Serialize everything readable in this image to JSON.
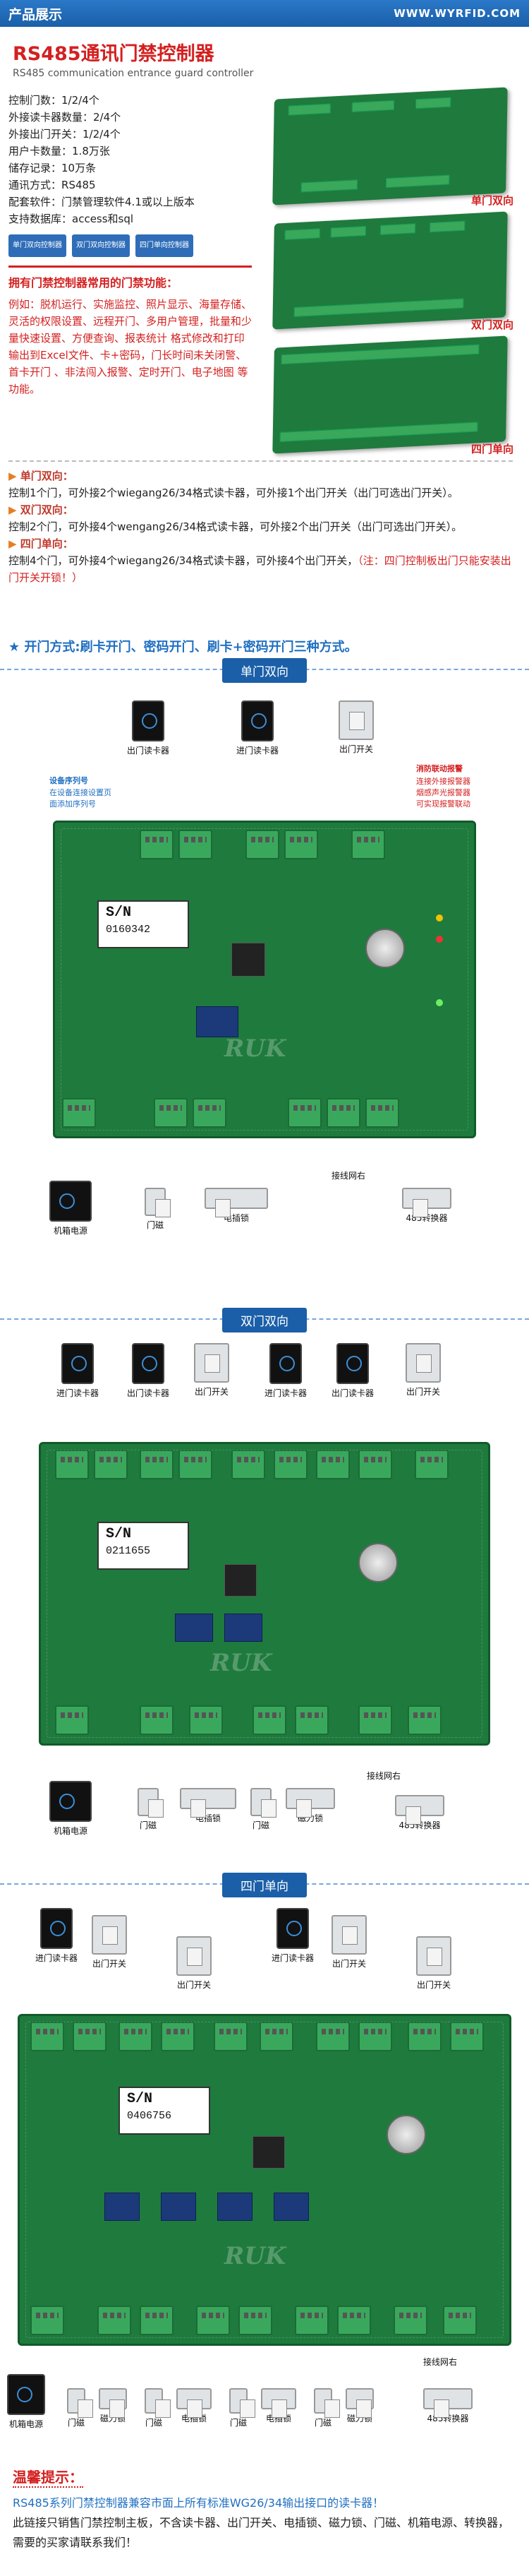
{
  "header": {
    "left_title": "产品展示",
    "right_site": "WWW.WYRFID.COM"
  },
  "product": {
    "title": "RS485通讯门禁控制器",
    "subtitle": "RS485 communication entrance guard controller",
    "specs": [
      {
        "k": "控制门数：",
        "v": "1/2/4个"
      },
      {
        "k": "外接读卡器数量：",
        "v": "2/4个"
      },
      {
        "k": "外接出门开关：",
        "v": "1/2/4个"
      },
      {
        "k": "用户卡数量：",
        "v": "1.8万张"
      },
      {
        "k": "储存记录：",
        "v": "10万条"
      },
      {
        "k": "通讯方式：",
        "v": "RS485"
      },
      {
        "k": "配套软件：",
        "v": "门禁管理软件4.1或以上版本"
      },
      {
        "k": "支持数据库：",
        "v": "access和sql"
      }
    ],
    "badges": [
      "单门双向控制器",
      "双门双向控制器",
      "四门单向控制器"
    ],
    "func_heading": "拥有门禁控制器常用的门禁功能：",
    "func_body": "例如：脱机运行、实施监控、照片显示、海量存储、灵活的权限设置、远程开门、多用户管理，批量和少量快速设置、方便查询、报表统计 格式修改和打印 输出到Excel文件、卡+密码，门长时间未关闭警、首卡开门 、非法闯入报警、定时开门、电子地图 等功能。"
  },
  "photos": [
    {
      "caption": "单门双向"
    },
    {
      "caption": "双门双向"
    },
    {
      "caption": "四门单向"
    }
  ],
  "modes": [
    {
      "title": "单门双向：",
      "body": "控制1个门，可外接2个wiegang26/34格式读卡器，可外接1个出门开关（出门可选出门开关）。"
    },
    {
      "title": "双门双向：",
      "body": "控制2个门，可外接4个wengang26/34格式读卡器，可外接2个出门开关（出门可选出门开关）。"
    },
    {
      "title": "四门单向：",
      "body": "控制4个门，可外接4个wiegang26/34格式读卡器，可外接4个出门开关，",
      "note": "（注：四门控制板出门只能安装出门开关开锁！）"
    }
  ],
  "tip": "★ 开门方式:刷卡开门、密码开门、刷卡+密码开门三种方式。",
  "sections": [
    {
      "label": "单门双向",
      "serial": "0160342",
      "readers": [
        "出门读卡器",
        "进门读卡器"
      ],
      "switch": "出门开关",
      "device_no": "设备序列号",
      "device_no_note": "在设备连接设置页面添加序列号",
      "fire": "消防联动报警",
      "fire_lines": [
        "连接外接报警器",
        "烟感声光报警器",
        "可实现报警联动"
      ],
      "power": "机箱电源",
      "door_mag": "门磁",
      "lock": "电插锁",
      "wiring": "接线网右",
      "converter": "485转换器"
    },
    {
      "label": "双门双向",
      "serial": "0211655",
      "readers": [
        "进门读卡器",
        "出门读卡器",
        "出门开关",
        "进门读卡器",
        "出门读卡器",
        "出门开关"
      ],
      "power": "机箱电源",
      "door_mag": "门磁",
      "lock": "电插锁",
      "mag_lock": "磁力锁",
      "wiring": "接线网右",
      "converter": "485转换器"
    },
    {
      "label": "四门单向",
      "serial": "0406756",
      "readers": [
        "进门读卡器",
        "出门开关",
        "出门开关",
        "进门读卡器",
        "出门开关",
        "出门开关"
      ],
      "bottom": [
        "机箱电源",
        "门磁",
        "磁力锁",
        "门磁",
        "电插锁",
        "门磁",
        "电插锁",
        "门磁",
        "磁力锁",
        "485转换器"
      ],
      "wiring": "接线网右"
    }
  ],
  "footer": {
    "heading": "温馨提示：",
    "line1": "RS485系列门禁控制器兼容市面上所有标准WG26/34输出接口的读卡器！",
    "line2": "此链接只销售门禁控制主板，不含读卡器、出门开关、电插锁、磁力锁、门磁、机箱电源、转换器，需要的买家请联系我们！"
  },
  "colors": {
    "brand_blue": "#1a5fa8",
    "accent_red": "#d42020",
    "pcb_green": "#1f7a3d"
  }
}
